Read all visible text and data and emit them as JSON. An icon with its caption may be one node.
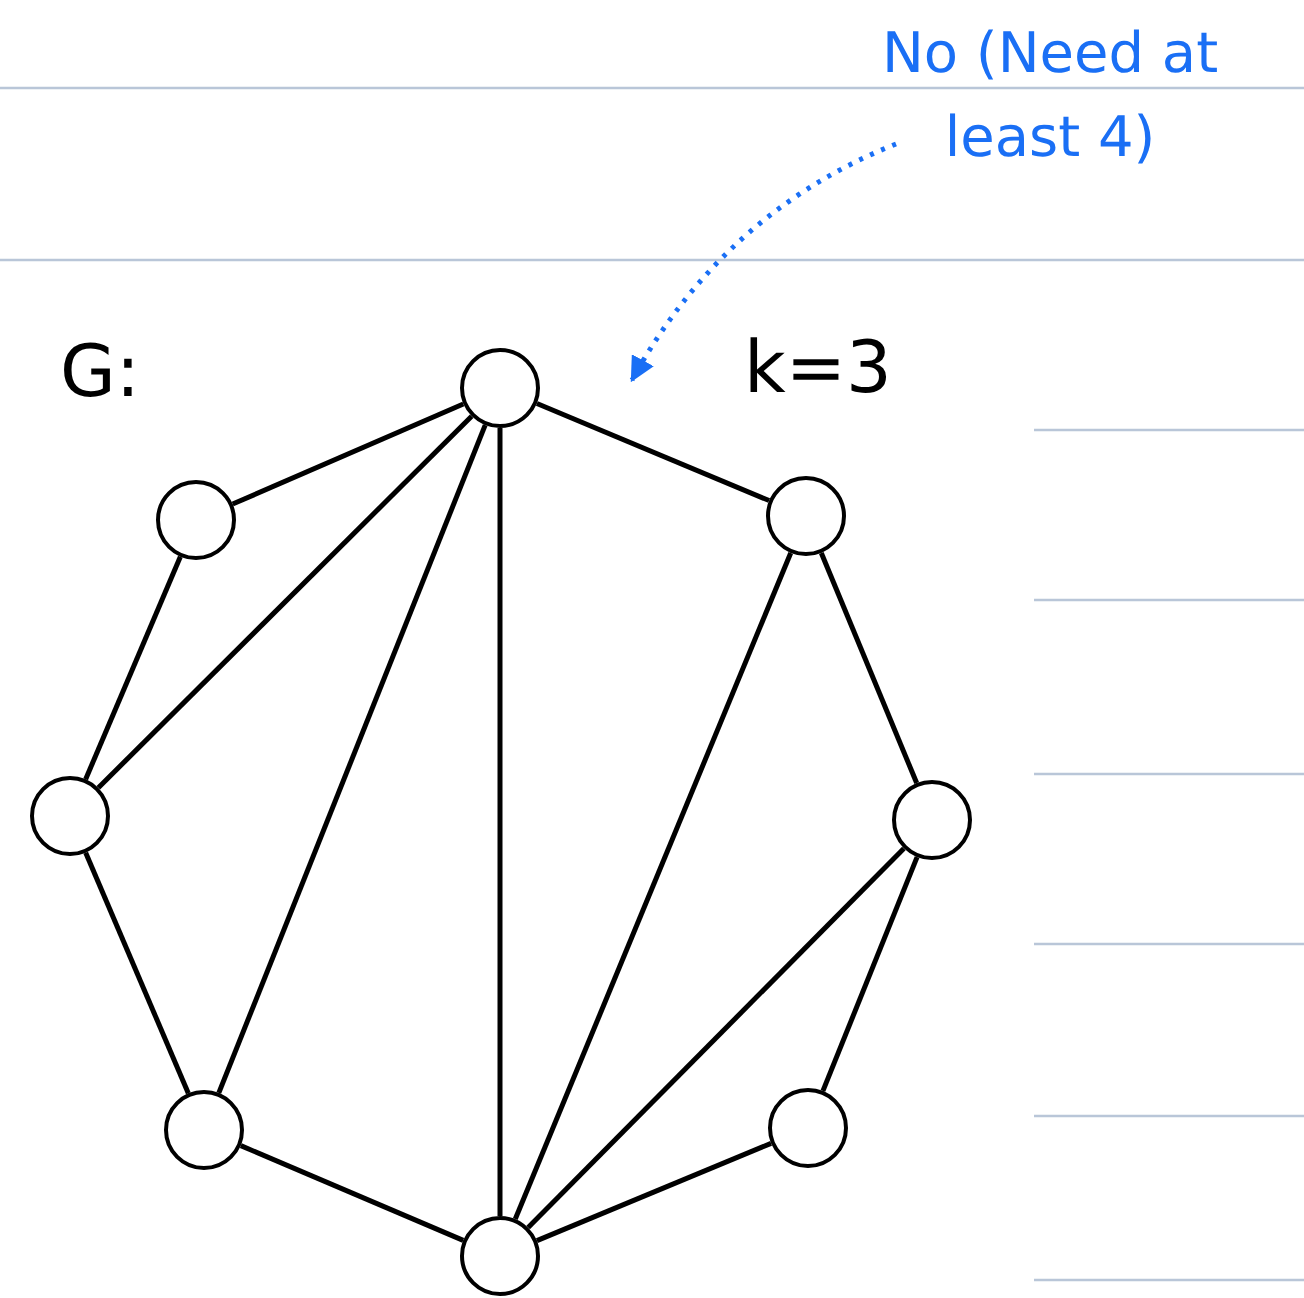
{
  "diagram": {
    "nodes": [
      {
        "text": [],
        "shape": "circle"
      },
      {
        "text": [],
        "shape": "circle"
      },
      {
        "text": [],
        "shape": "circle"
      },
      {
        "text": [],
        "shape": "circle"
      },
      {
        "text": [],
        "shape": "circle"
      },
      {
        "text": [],
        "shape": "circle"
      },
      {
        "text": [],
        "shape": "circle"
      },
      {
        "text": [],
        "shape": "circle"
      },
      {
        "text": [
          "No (Need at least 4)"
        ]
      }
    ],
    "edges": [
      {
        "from": 0,
        "to": 1,
        "arrow": "none"
      },
      {
        "from": 1,
        "to": 2,
        "arrow": "none"
      },
      {
        "from": 2,
        "to": 3,
        "arrow": "none"
      },
      {
        "from": 3,
        "to": 4,
        "arrow": "none"
      },
      {
        "from": 4,
        "to": 5,
        "arrow": "none"
      },
      {
        "from": 5,
        "to": 6,
        "arrow": "none"
      },
      {
        "from": 6,
        "to": 7,
        "arrow": "none"
      },
      {
        "from": 7,
        "to": 0,
        "arrow": "none"
      },
      {
        "from": 0,
        "to": 2,
        "arrow": "none"
      },
      {
        "from": 0,
        "to": 3,
        "arrow": "none"
      },
      {
        "from": 0,
        "to": 4,
        "arrow": "none"
      },
      {
        "from": 7,
        "to": 4,
        "arrow": "none"
      },
      {
        "from": 6,
        "to": 4,
        "arrow": "none"
      },
      {
        "from": 8,
        "to": null,
        "arrow": "to",
        "style": "dashed",
        "color": "#1a6ff5"
      }
    ],
    "labels": [
      "G:",
      "k=3"
    ]
  }
}
